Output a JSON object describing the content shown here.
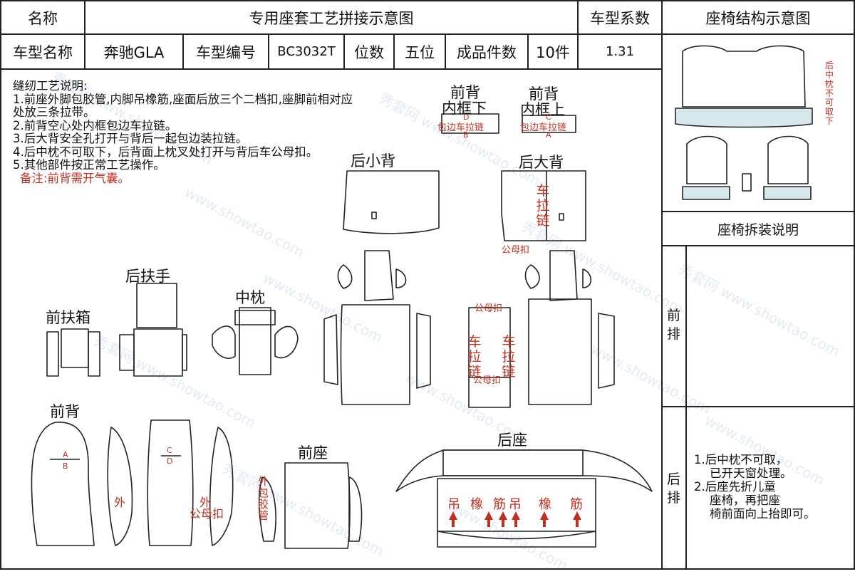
{
  "header": {
    "name_label": "名称",
    "title": "专用座套工艺拼接示意图",
    "coef_label": "车型系数",
    "struct_title": "座椅结构示意图"
  },
  "info": {
    "model_name_label": "车型名称",
    "model_name": "奔驰GLA",
    "model_code_label": "车型编号",
    "model_code": "BC3032T",
    "seats_label": "位数",
    "seats": "五位",
    "pieces_label": "成品件数",
    "pieces": "10件",
    "coef": "1.31"
  },
  "notes": {
    "heading": "缝纫工艺说明:",
    "items": [
      "1.前座外脚包胶管,内脚吊橡筋,座面后放三个二档扣,座脚前相对应处放三条拉带。",
      "2.前背空心处内框包边车拉链。",
      "3.后大背安全孔打开与背后一起包边装拉链。",
      "4.后中枕不可取下，后背面上枕叉处打开与背后车公母扣。",
      "5.其他部件按正常工艺操作。"
    ],
    "remark": "备注:前背需开气囊。"
  },
  "parts": {
    "front_back_inner_lower": [
      "前背",
      "内框下"
    ],
    "front_back_inner_upper": [
      "前背",
      "内框上"
    ],
    "rear_small_back": "后小背",
    "rear_big_back": "后大背",
    "rear_armrest": "后扶手",
    "middle_pillow": "中枕",
    "front_armbox": "前扶箱",
    "front_back": "前背",
    "front_seat": "前座",
    "rear_seat": "后座"
  },
  "annotations": {
    "edge_zipper": "包边车拉链",
    "car_zipper": "车拉链",
    "snap": "公母扣",
    "outer": "外",
    "outer_hose": "外包胶管",
    "elastic": [
      "吊",
      "橡",
      "筋",
      "吊",
      "橡",
      "筋"
    ],
    "mark_a": "A",
    "mark_b": "B",
    "mark_c": "C",
    "mark_d": "D",
    "rear_mid_pillow_fixed": "后中枕不可取下"
  },
  "right_panel": {
    "dismantle_title": "座椅拆装说明",
    "front_row": "前排",
    "rear_row": "后排",
    "rear_notes": [
      "1.后中枕不可取，",
      "已开天窗处理。",
      "2.后座先折儿童",
      "座椅，再把座",
      "椅前面向上抬即可。"
    ]
  },
  "watermark": {
    "cn": "秀套网",
    "url": "www.showtao.com"
  },
  "colors": {
    "line": "#222222",
    "red": "#c03020",
    "seat_fill": "#d6e8ec"
  }
}
